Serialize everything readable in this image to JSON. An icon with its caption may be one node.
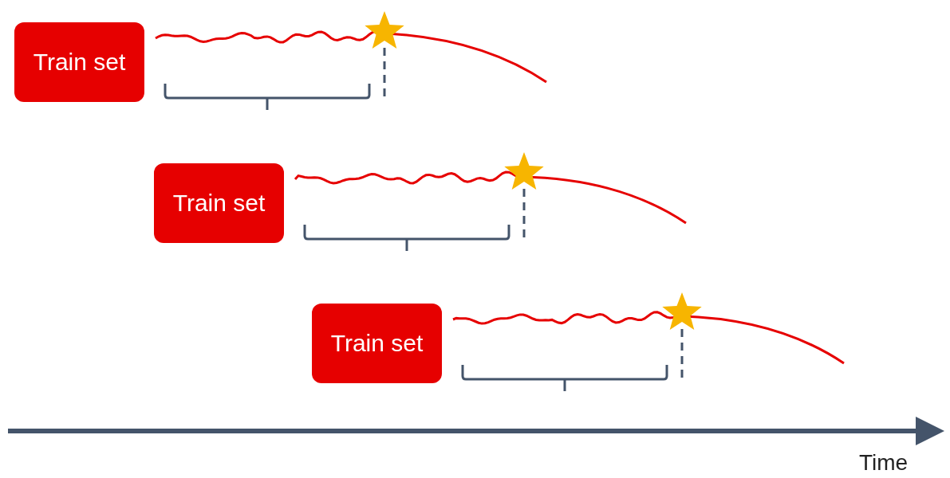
{
  "diagram": {
    "nodes": [
      {
        "text": [
          "Train set"
        ]
      },
      {
        "text": [
          "Train set"
        ]
      },
      {
        "text": [
          "Train set"
        ]
      }
    ],
    "labels": [
      "Time"
    ]
  }
}
